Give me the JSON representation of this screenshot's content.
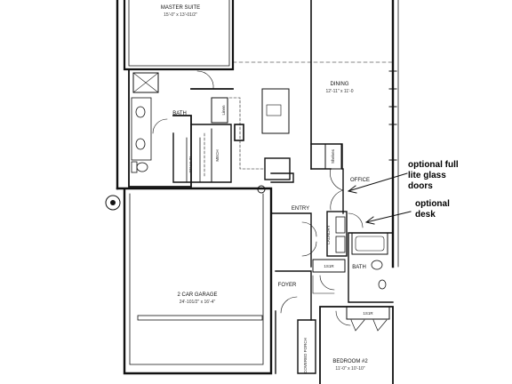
{
  "rooms": {
    "master_suite": {
      "label": "MASTER SUITE",
      "dims": "15'-0\" x 13'-01/2\""
    },
    "dining": {
      "label": "DINING",
      "dims": "12'-11\" x 11'-0"
    },
    "bath_main": {
      "label": "BATH"
    },
    "linen": {
      "label": "Linen"
    },
    "walk_in": {
      "label": "WALK-IN"
    },
    "mech": {
      "label": "MECH"
    },
    "shelves": {
      "label": "Shelves"
    },
    "office": {
      "label": "OFFICE"
    },
    "entry": {
      "label": "ENTRY"
    },
    "laundry": {
      "label": "LAUNDRY"
    },
    "bath_2": {
      "label": "BATH"
    },
    "shelf_1": {
      "label": "1S1R"
    },
    "shelf_2": {
      "label": "1S1R"
    },
    "garage": {
      "label": "2 CAR GARAGE",
      "dims": "24'-101/2\" x 16'-4\""
    },
    "foyer": {
      "label": "FOYER"
    },
    "porch": {
      "label": "COVERED PORCH"
    },
    "bedroom_2": {
      "label": "BEDROOM #2",
      "dims": "11'-0\" x 10'-10\""
    }
  },
  "annotations": {
    "glass_doors": [
      "optional full",
      "lite glass",
      "doors"
    ],
    "desk": [
      "optional",
      "desk"
    ]
  }
}
